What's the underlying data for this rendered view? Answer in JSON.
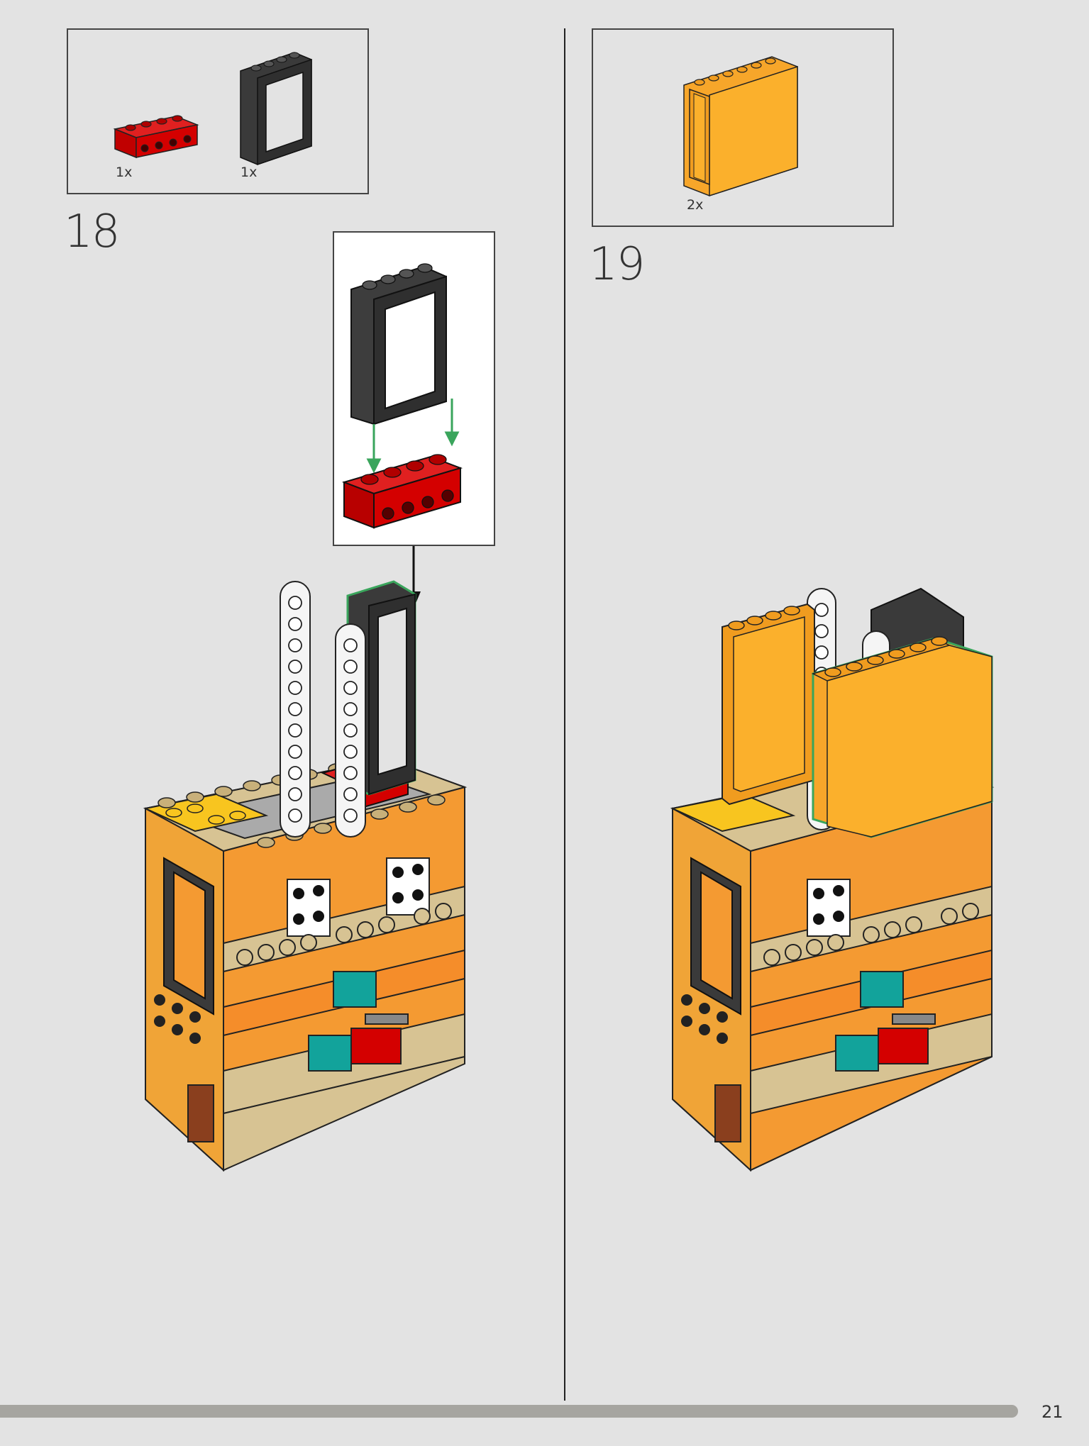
{
  "steps": [
    {
      "number": "18",
      "parts": [
        {
          "qty": "1x",
          "icon": "red-brick-1x4-icon"
        },
        {
          "qty": "1x",
          "icon": "black-window-frame-icon"
        }
      ]
    },
    {
      "number": "19",
      "parts": [
        {
          "qty": "2x",
          "icon": "orange-panel-icon"
        }
      ]
    }
  ],
  "page": {
    "number": "21",
    "progress": 0.935
  },
  "colors": {
    "background": "#e3e3e3",
    "red": "#d40000",
    "black": "#2f2f2f",
    "orange": "#fbb02c",
    "tan": "#d7c393",
    "green_arrow": "#3aa55c"
  }
}
